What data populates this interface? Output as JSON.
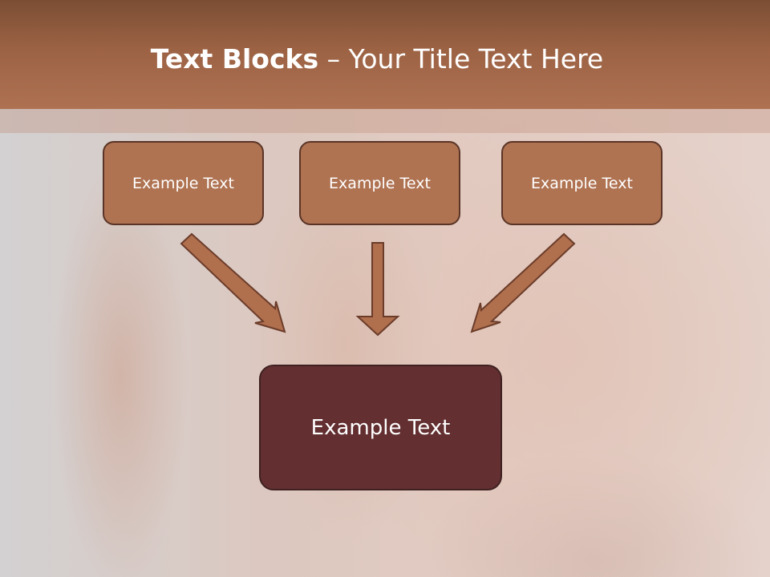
{
  "title": {
    "bold": "Text Blocks",
    "rest": " – Your Title Text Here"
  },
  "blocks": [
    {
      "label": "Example Text"
    },
    {
      "label": "Example Text"
    },
    {
      "label": "Example Text"
    }
  ],
  "target": {
    "label": "Example Text"
  },
  "colors": {
    "header": "#a36a4a",
    "box_fill": "#af7352",
    "box_border": "#5a3426",
    "target_fill": "#632f31",
    "arrow_fill": "#b06f4d",
    "arrow_stroke": "#6b3c2a"
  }
}
